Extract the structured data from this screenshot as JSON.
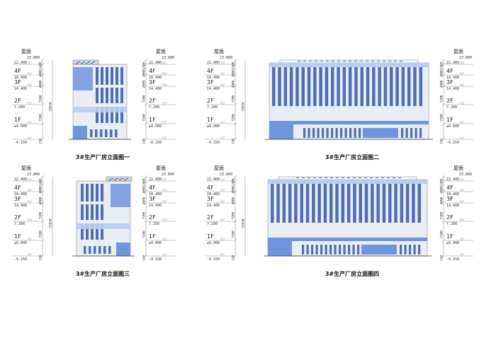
{
  "drawing_sheet": {
    "level_labels": {
      "roof": "屋面",
      "floors": [
        "4F",
        "3F",
        "2F",
        "1F"
      ]
    },
    "elevations": {
      "top": "23.800",
      "roof": "22.400",
      "f4": "18.400",
      "f3": "14.400",
      "f2": "7.200",
      "f1": "±0.000",
      "ground": "-0.150"
    },
    "dimensions": {
      "top": "1400",
      "upper": [
        "4000",
        "4000"
      ],
      "mid": "7200",
      "low": "7200",
      "base": "150",
      "total": "23950"
    },
    "elevation_titles": [
      "3#生产厂房立面图一",
      "3#生产厂房立面图二",
      "3#生产厂房立面图三",
      "3#生产厂房立面图四"
    ],
    "colors": {
      "glass_light": "#b9cdf0",
      "glass_mid": "#6f95dd",
      "glass_dark": "#4f6fb5",
      "wall": "#e9eef4",
      "line": "#555555"
    }
  }
}
